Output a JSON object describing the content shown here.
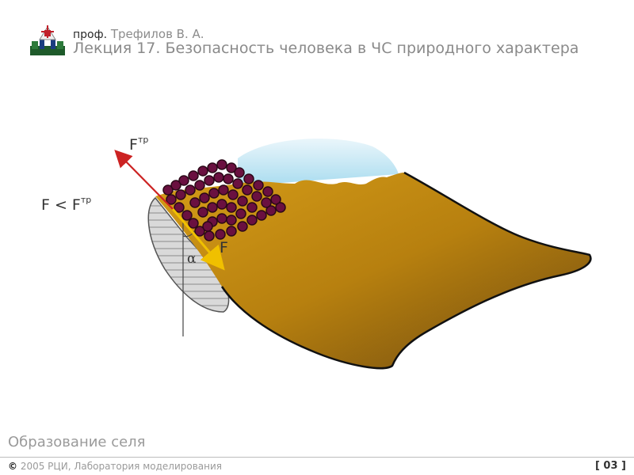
{
  "header": {
    "author_prefix": "проф.",
    "author_name": "Трефилов В. А.",
    "lecture_title": "Лекция 17. Безопасность человека в ЧС природного характера"
  },
  "diagram": {
    "formula_lhs": "F < F",
    "formula_sup": "тр",
    "friction_label": "F",
    "friction_sup": "тр",
    "force_label": "F",
    "angle_label": "α"
  },
  "caption": "Образование селя",
  "footer": {
    "copyright_symbol": "©",
    "copyright_text": "2005 РЦИ, Лаборатория моделирования",
    "slide_number": "[ 03 ]"
  },
  "colors": {
    "slope": "#c58e12",
    "snow": "#cfeaf5",
    "debris": "#6a1040",
    "friction_arrow": "#cc2222",
    "force_arrow": "#f0c000",
    "hatch_area": "#d8d8d8"
  }
}
